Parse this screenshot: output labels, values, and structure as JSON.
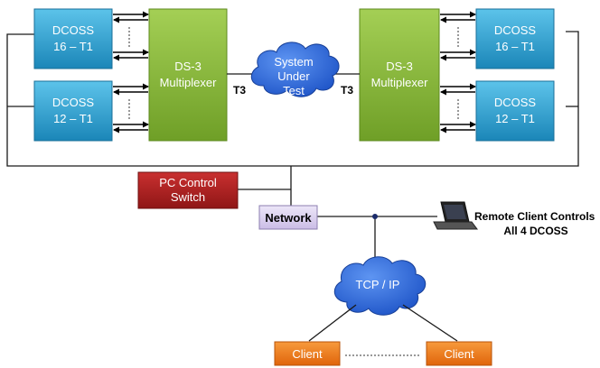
{
  "left_top_dcoss": {
    "line1": "DCOSS",
    "line2": "16 – T1"
  },
  "left_bottom_dcoss": {
    "line1": "DCOSS",
    "line2": "12 – T1"
  },
  "right_top_dcoss": {
    "line1": "DCOSS",
    "line2": "16 – T1"
  },
  "right_bottom_dcoss": {
    "line1": "DCOSS",
    "line2": "12 – T1"
  },
  "left_mux": {
    "line1": "DS-3",
    "line2": "Multiplexer"
  },
  "right_mux": {
    "line1": "DS-3",
    "line2": "Multiplexer"
  },
  "sut_cloud": {
    "line1": "System",
    "line2": "Under",
    "line3": "Test"
  },
  "t3_left": "T3",
  "t3_right": "T3",
  "pc_control": {
    "line1": "PC Control",
    "line2": "Switch"
  },
  "network": "Network",
  "remote_client": {
    "line1": "Remote Client Controls",
    "line2": "All 4 DCOSS"
  },
  "tcp_cloud": "TCP / IP",
  "client_left": "Client",
  "client_right": "Client",
  "colors": {
    "dcoss_blue": "#2aa0cf",
    "mux_green": "#8cbd3a",
    "cloud_blue": "#2f6fe0",
    "pc_red": "#b52222",
    "network_lavender": "#dcd2f0",
    "client_orange": "#f07a1a"
  }
}
